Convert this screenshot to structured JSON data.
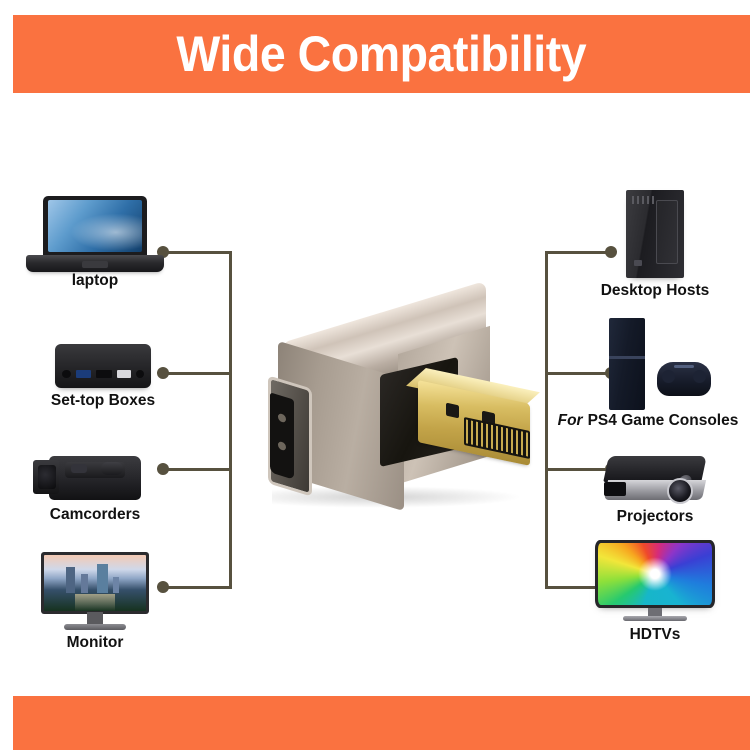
{
  "header": {
    "title": "Wide Compatibility",
    "background_color": "#FA7240",
    "text_color": "#FFFFFF"
  },
  "footer": {
    "background_color": "#FA7240"
  },
  "theme": {
    "page_background": "#FFFFFF",
    "connector_color": "#57513F",
    "label_color": "#111111"
  },
  "left_column": [
    {
      "id": "laptop",
      "label": "laptop",
      "icon": "laptop-icon"
    },
    {
      "id": "set-top-boxes",
      "label": "Set-top Boxes",
      "icon": "set-top-box-icon"
    },
    {
      "id": "camcorders",
      "label": "Camcorders",
      "icon": "camcorder-icon"
    },
    {
      "id": "monitor",
      "label": "Monitor",
      "icon": "monitor-icon"
    }
  ],
  "right_column": [
    {
      "id": "desktop-hosts",
      "label": "Desktop Hosts",
      "label_prefix": "",
      "icon": "desktop-tower-icon"
    },
    {
      "id": "ps4-game-consoles",
      "label": "PS4 Game Consoles",
      "label_prefix": "For",
      "icon": "game-console-icon"
    },
    {
      "id": "projectors",
      "label": "Projectors",
      "label_prefix": "",
      "icon": "projector-icon"
    },
    {
      "id": "hdtvs",
      "label": "HDTVs",
      "label_prefix": "",
      "icon": "hdtv-icon"
    }
  ],
  "product": {
    "name": "right-angle-displayport-adapter",
    "body_color": "#B5AA9E",
    "connector_color": "#D8BD62"
  }
}
